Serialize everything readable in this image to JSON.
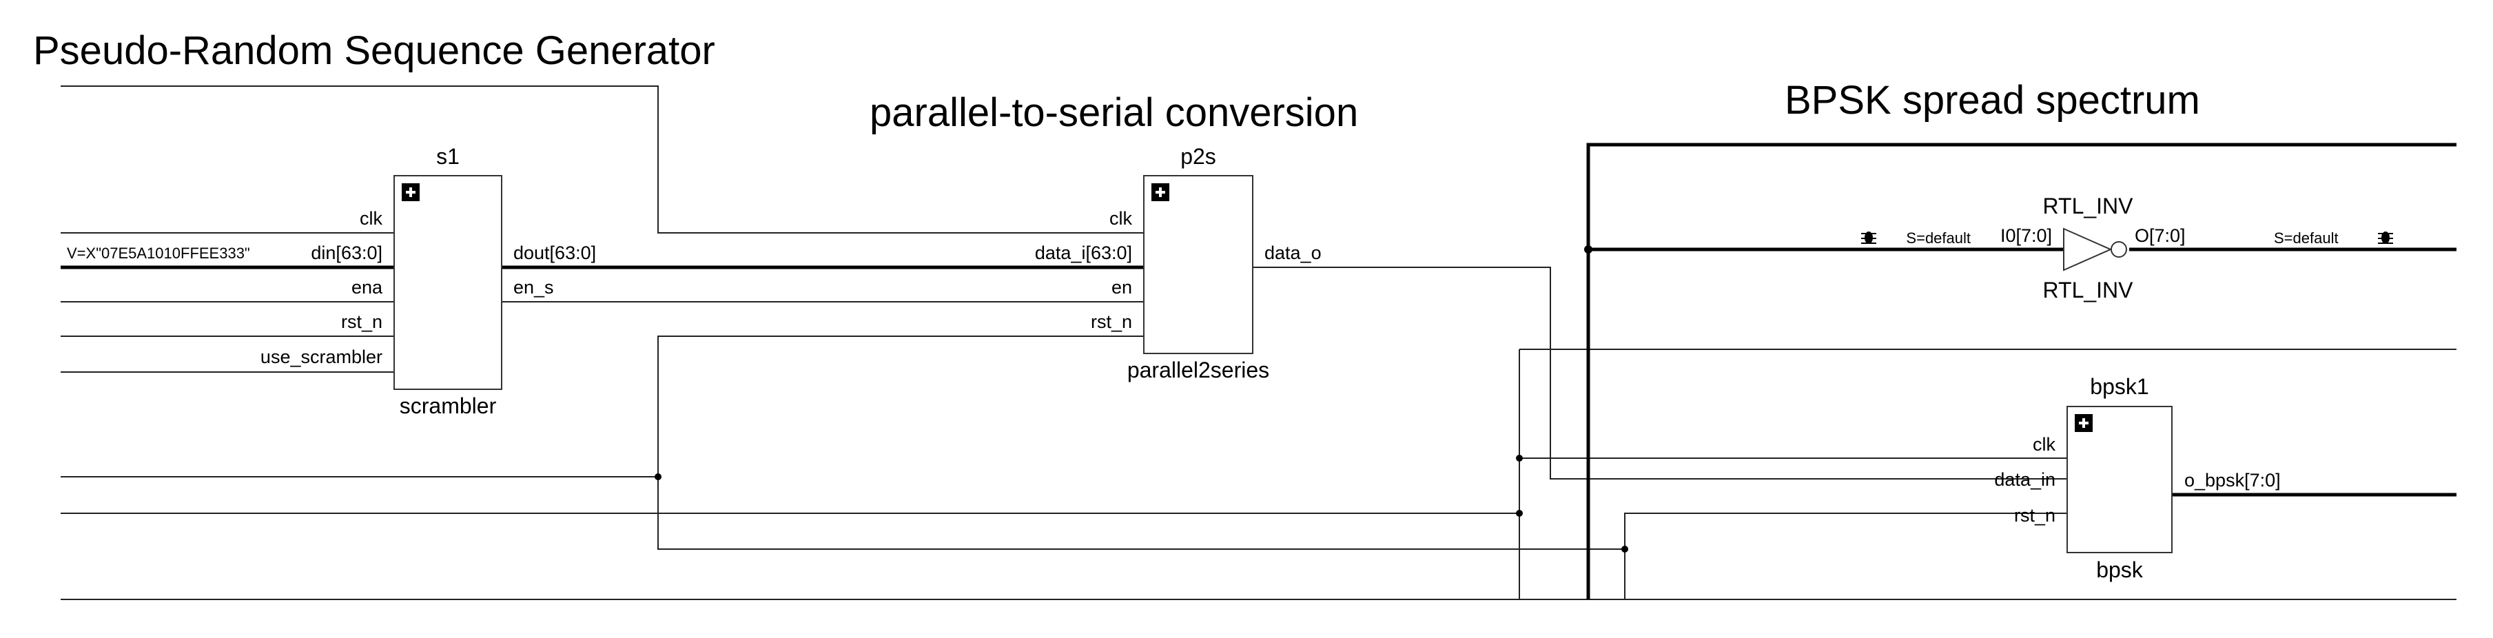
{
  "titles": {
    "prsg": "Pseudo-Random Sequence Generator",
    "p2s": "parallel-to-serial conversion",
    "bpsk": "BPSK spread spectrum"
  },
  "blocks": {
    "s1": {
      "instance": "s1",
      "module": "scrambler",
      "inputs": [
        "clk",
        "din[63:0]",
        "ena",
        "rst_n",
        "use_scrambler"
      ],
      "outputs": [
        "dout[63:0]",
        "en_s"
      ],
      "constant": "V=X\"07E5A1010FFEE333\""
    },
    "p2s": {
      "instance": "p2s",
      "module": "parallel2series",
      "inputs": [
        "clk",
        "data_i[63:0]",
        "en",
        "rst_n"
      ],
      "outputs": [
        "data_o"
      ]
    },
    "bpsk1": {
      "instance": "bpsk1",
      "module": "bpsk",
      "inputs": [
        "clk",
        "data_in",
        "rst_n"
      ],
      "outputs": [
        "o_bpsk[7:0]"
      ]
    },
    "inv": {
      "instance": "RTL_INV",
      "module": "RTL_INV",
      "input": "I0[7:0]",
      "output": "O[7:0]",
      "in_attr": "S=default",
      "out_attr": "S=default"
    }
  },
  "icons": {
    "expand": "plus-square-icon",
    "probe": "bug-icon"
  }
}
